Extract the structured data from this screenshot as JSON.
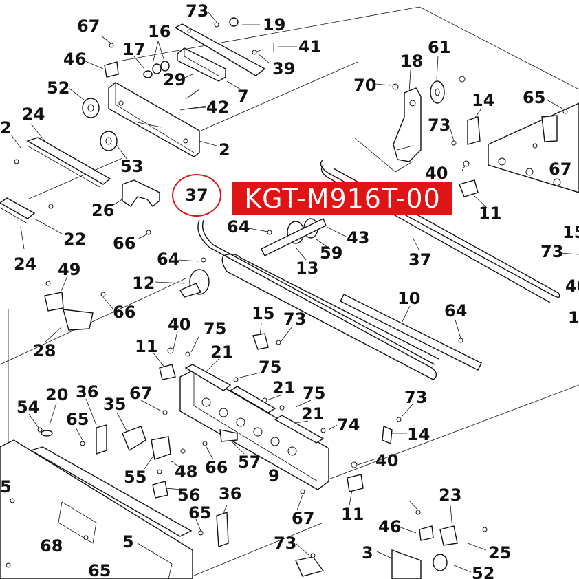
{
  "banner": {
    "text": "KGT-M916T-00",
    "bg_color": "#e01414",
    "text_color": "#ffffff"
  },
  "highlight": {
    "label": "37",
    "color": "#e01414"
  },
  "callouts": [
    {
      "id": "c73a",
      "t": "73"
    },
    {
      "id": "c19",
      "t": "19"
    },
    {
      "id": "c67a",
      "t": "67"
    },
    {
      "id": "c16",
      "t": "16"
    },
    {
      "id": "c41",
      "t": "41"
    },
    {
      "id": "c46a",
      "t": "46"
    },
    {
      "id": "c17",
      "t": "17"
    },
    {
      "id": "c39",
      "t": "39"
    },
    {
      "id": "c29",
      "t": "29"
    },
    {
      "id": "c7",
      "t": "7"
    },
    {
      "id": "c52a",
      "t": "52"
    },
    {
      "id": "c42",
      "t": "42"
    },
    {
      "id": "c24a",
      "t": "24"
    },
    {
      "id": "c2a",
      "t": "2"
    },
    {
      "id": "c2b",
      "t": "2"
    },
    {
      "id": "c53",
      "t": "53"
    },
    {
      "id": "c26",
      "t": "26"
    },
    {
      "id": "c22",
      "t": "22"
    },
    {
      "id": "c66a",
      "t": "66"
    },
    {
      "id": "c24b",
      "t": "24"
    },
    {
      "id": "c49",
      "t": "49"
    },
    {
      "id": "c64a",
      "t": "64"
    },
    {
      "id": "c12",
      "t": "12"
    },
    {
      "id": "c66b",
      "t": "66"
    },
    {
      "id": "c28",
      "t": "28"
    },
    {
      "id": "c64b",
      "t": "64"
    },
    {
      "id": "c43",
      "t": "43"
    },
    {
      "id": "c13",
      "t": "13"
    },
    {
      "id": "c59",
      "t": "59"
    },
    {
      "id": "c18",
      "t": "18"
    },
    {
      "id": "c61",
      "t": "61"
    },
    {
      "id": "c70",
      "t": "70"
    },
    {
      "id": "c14a",
      "t": "14"
    },
    {
      "id": "c65a",
      "t": "65"
    },
    {
      "id": "c73b",
      "t": "73"
    },
    {
      "id": "c40a",
      "t": "40"
    },
    {
      "id": "c67b",
      "t": "67"
    },
    {
      "id": "c11a",
      "t": "11"
    },
    {
      "id": "c37",
      "t": "37"
    },
    {
      "id": "c15a",
      "t": "15"
    },
    {
      "id": "c73c",
      "t": "73"
    },
    {
      "id": "c40b",
      "t": "40"
    },
    {
      "id": "c1",
      "t": "1"
    },
    {
      "id": "c10",
      "t": "10"
    },
    {
      "id": "c64c",
      "t": "64"
    },
    {
      "id": "c15b",
      "t": "15"
    },
    {
      "id": "c73d",
      "t": "73"
    },
    {
      "id": "c40c",
      "t": "40"
    },
    {
      "id": "c75a",
      "t": "75"
    },
    {
      "id": "c11b",
      "t": "11"
    },
    {
      "id": "c21a",
      "t": "21"
    },
    {
      "id": "c75b",
      "t": "75"
    },
    {
      "id": "c21b",
      "t": "21"
    },
    {
      "id": "c75c",
      "t": "75"
    },
    {
      "id": "c21c",
      "t": "21"
    },
    {
      "id": "c20",
      "t": "20"
    },
    {
      "id": "c36a",
      "t": "36"
    },
    {
      "id": "c35",
      "t": "35"
    },
    {
      "id": "c67c",
      "t": "67"
    },
    {
      "id": "c54",
      "t": "54"
    },
    {
      "id": "c65b",
      "t": "65"
    },
    {
      "id": "c73e",
      "t": "73"
    },
    {
      "id": "c74",
      "t": "74"
    },
    {
      "id": "c14b",
      "t": "14"
    },
    {
      "id": "c66c",
      "t": "66"
    },
    {
      "id": "c57",
      "t": "57"
    },
    {
      "id": "c40d",
      "t": "40"
    },
    {
      "id": "c55",
      "t": "55"
    },
    {
      "id": "c48",
      "t": "48"
    },
    {
      "id": "c9",
      "t": "9"
    },
    {
      "id": "c56",
      "t": "56"
    },
    {
      "id": "c5a",
      "t": "5"
    },
    {
      "id": "c36b",
      "t": "36"
    },
    {
      "id": "c11c",
      "t": "11"
    },
    {
      "id": "c67d",
      "t": "67"
    },
    {
      "id": "c23",
      "t": "23"
    },
    {
      "id": "c65c",
      "t": "65"
    },
    {
      "id": "c46b",
      "t": "46"
    },
    {
      "id": "c68",
      "t": "68"
    },
    {
      "id": "c5b",
      "t": "5"
    },
    {
      "id": "c25",
      "t": "25"
    },
    {
      "id": "c73f",
      "t": "73"
    },
    {
      "id": "c3",
      "t": "3"
    },
    {
      "id": "c65d",
      "t": "65"
    },
    {
      "id": "c52b",
      "t": "52"
    }
  ]
}
